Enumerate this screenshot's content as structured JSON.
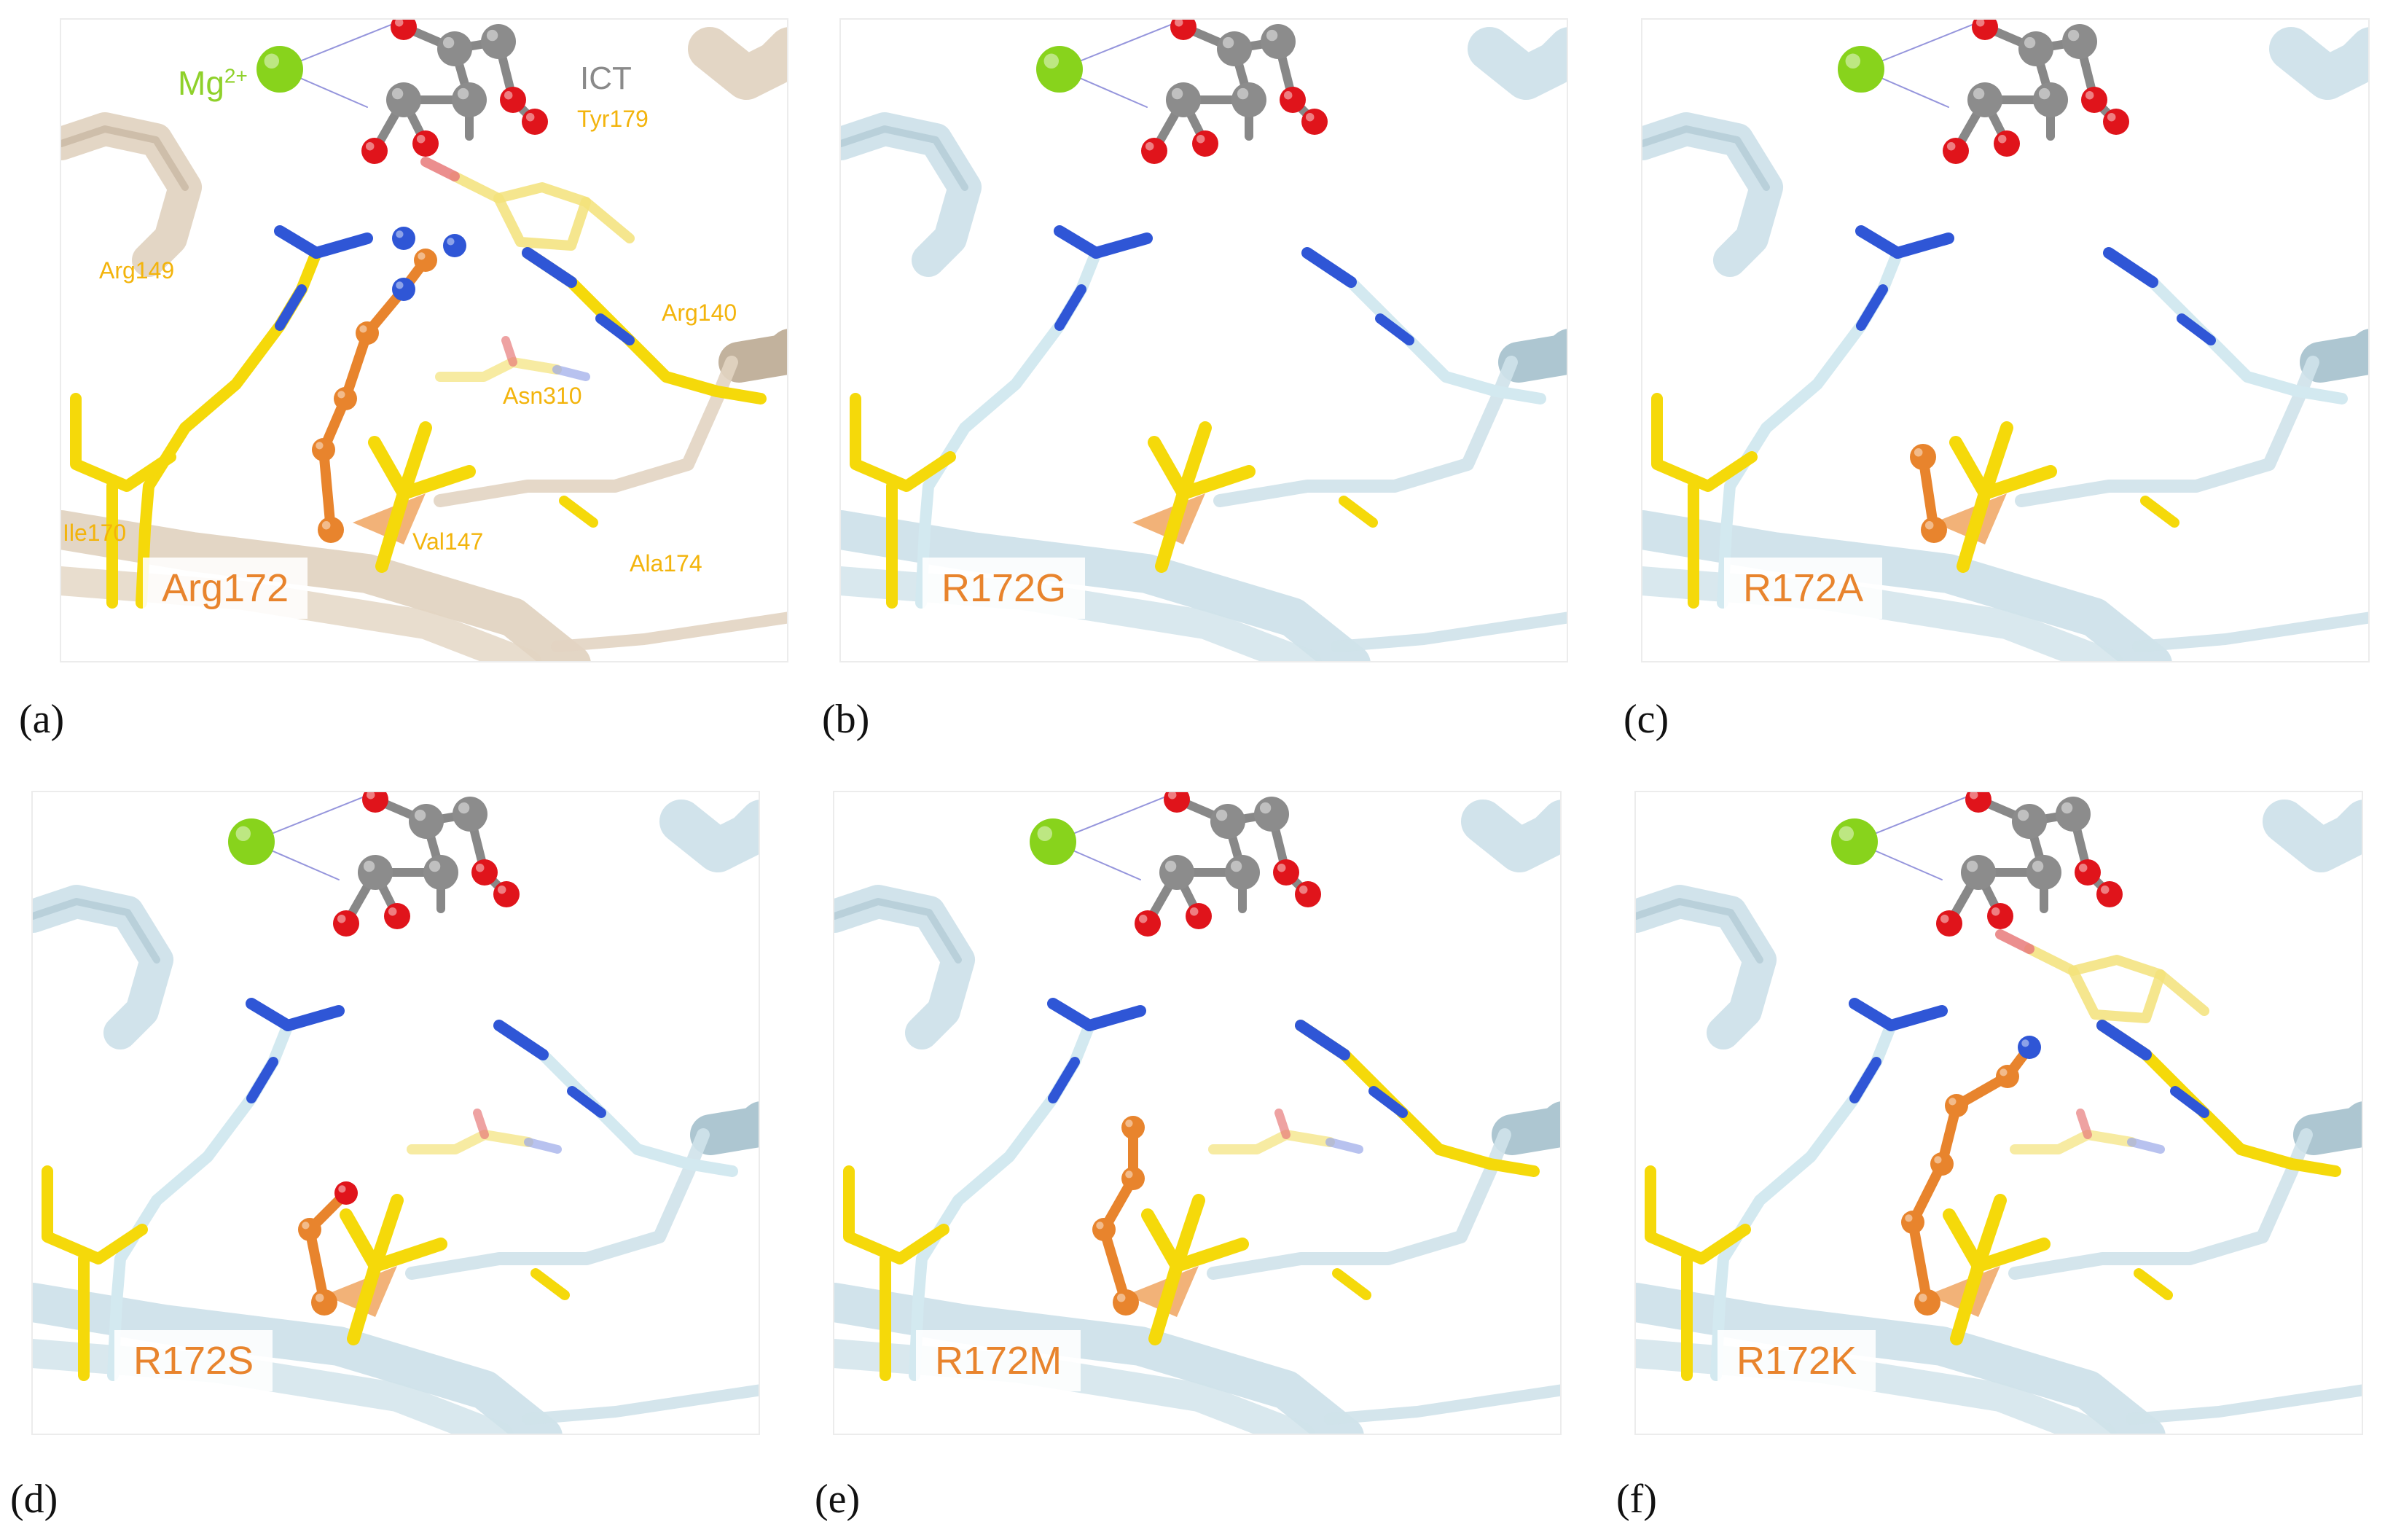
{
  "figure": {
    "panels": [
      {
        "id": "a",
        "caption": "(a)",
        "mutation_label": "Arg172",
        "theme": "wild",
        "side": "arg"
      },
      {
        "id": "b",
        "caption": "(b)",
        "mutation_label": "R172G",
        "theme": "mutant",
        "side": "none"
      },
      {
        "id": "c",
        "caption": "(c)",
        "mutation_label": "R172A",
        "theme": "mutant",
        "side": "ala"
      },
      {
        "id": "d",
        "caption": "(d)",
        "mutation_label": "R172S",
        "theme": "mutant",
        "side": "ser"
      },
      {
        "id": "e",
        "caption": "(e)",
        "mutation_label": "R172M",
        "theme": "mutant",
        "side": "met"
      },
      {
        "id": "f",
        "caption": "(f)",
        "mutation_label": "R172K",
        "theme": "mutant",
        "side": "lys"
      }
    ],
    "panel_a_labels": {
      "mg": "Mg",
      "mg_charge": "2+",
      "ict": "ICT",
      "tyr179": "Tyr179",
      "arg149": "Arg149",
      "arg140": "Arg140",
      "asn310": "Asn310",
      "ile170": "Ile170",
      "val147": "Val147",
      "ala174": "Ala174"
    },
    "colors": {
      "ribbon_wild": "#e2d4c2",
      "ribbon_mutant": "#cfe2ea",
      "residue_yellow": "#f5d90a",
      "residue_172": "#e8842d",
      "nitrogen": "#2f56d6",
      "oxygen": "#e0141b",
      "carbon_ict": "#8c8c8c",
      "magnesium": "#88d31c"
    }
  }
}
